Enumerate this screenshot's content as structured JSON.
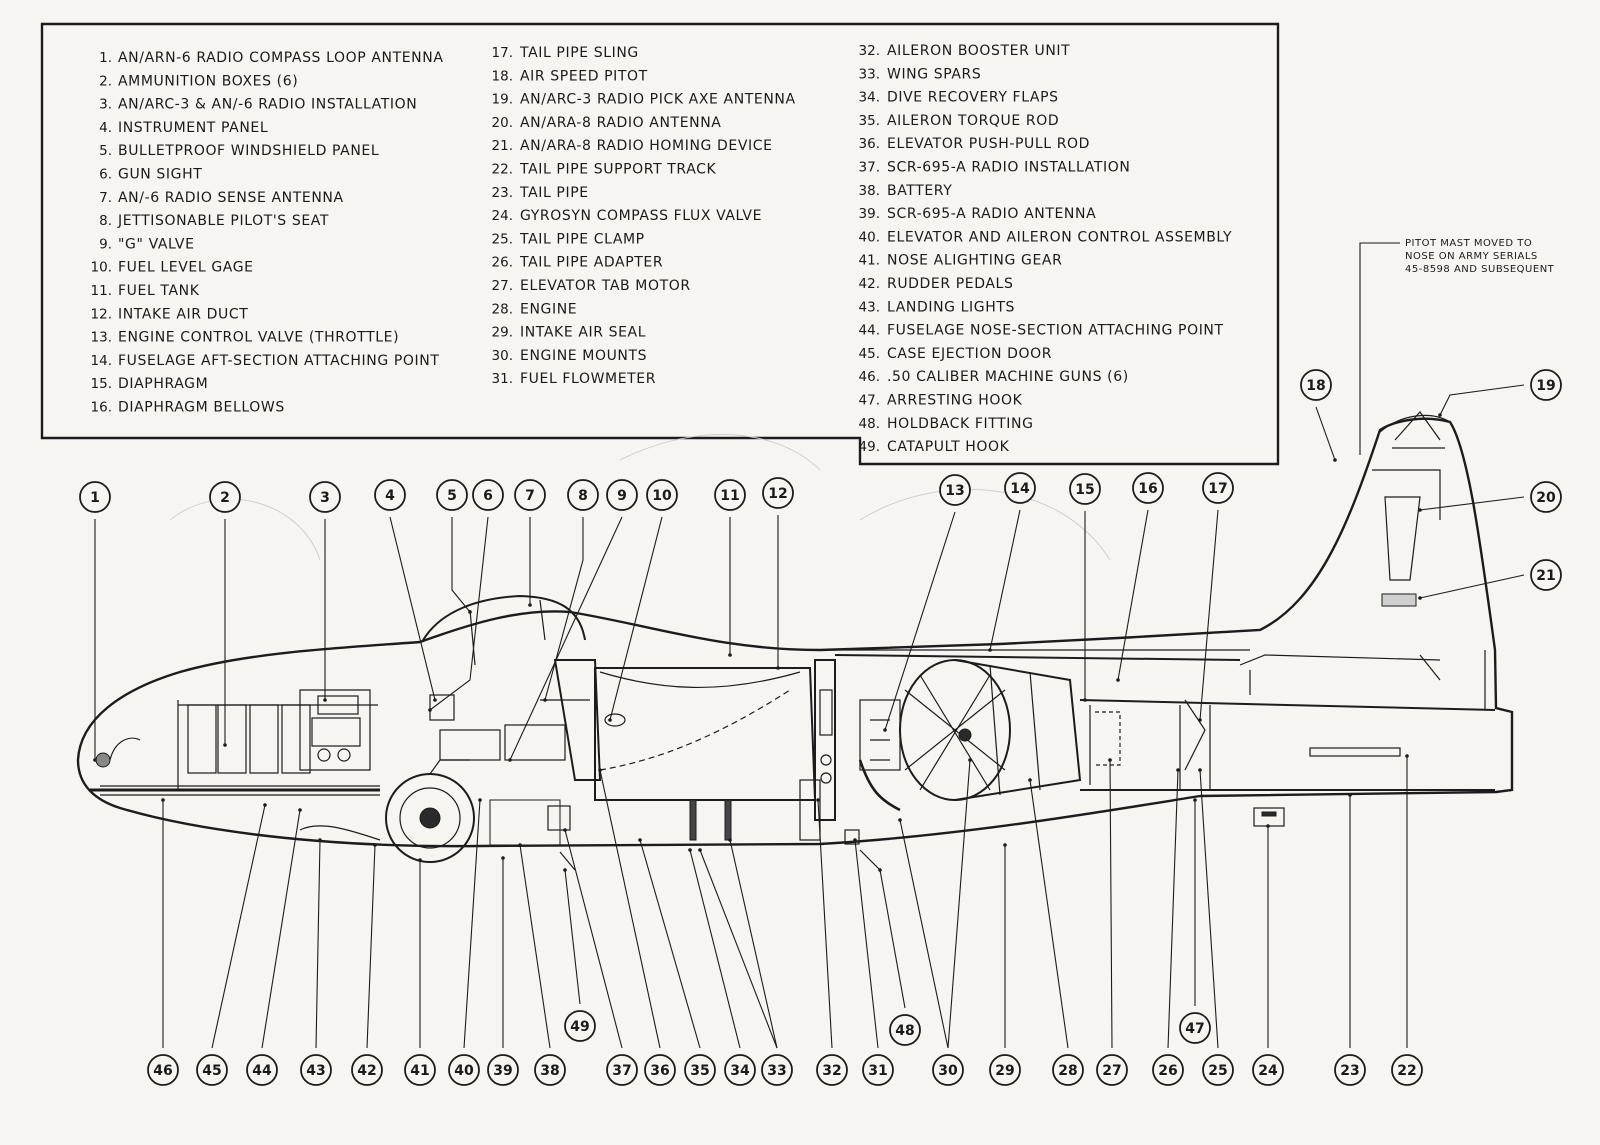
{
  "legend": {
    "items": [
      {
        "num": "1.",
        "label": "AN/ARN-6 RADIO COMPASS LOOP ANTENNA"
      },
      {
        "num": "2.",
        "label": "AMMUNITION BOXES (6)"
      },
      {
        "num": "3.",
        "label": "AN/ARC-3 & AN/-6 RADIO INSTALLATION"
      },
      {
        "num": "4.",
        "label": "INSTRUMENT PANEL"
      },
      {
        "num": "5.",
        "label": "BULLETPROOF WINDSHIELD PANEL"
      },
      {
        "num": "6.",
        "label": "GUN SIGHT"
      },
      {
        "num": "7.",
        "label": "AN/-6 RADIO SENSE ANTENNA"
      },
      {
        "num": "8.",
        "label": "JETTISONABLE PILOT'S SEAT"
      },
      {
        "num": "9.",
        "label": "\"G\" VALVE"
      },
      {
        "num": "10.",
        "label": "FUEL LEVEL GAGE"
      },
      {
        "num": "11.",
        "label": "FUEL TANK"
      },
      {
        "num": "12.",
        "label": "INTAKE AIR DUCT"
      },
      {
        "num": "13.",
        "label": "ENGINE CONTROL VALVE (THROTTLE)"
      },
      {
        "num": "14.",
        "label": "FUSELAGE AFT-SECTION ATTACHING POINT"
      },
      {
        "num": "15.",
        "label": "DIAPHRAGM"
      },
      {
        "num": "16.",
        "label": "DIAPHRAGM BELLOWS"
      },
      {
        "num": "17.",
        "label": "TAIL PIPE SLING"
      },
      {
        "num": "18.",
        "label": "AIR SPEED PITOT"
      },
      {
        "num": "19.",
        "label": "AN/ARC-3 RADIO PICK AXE ANTENNA"
      },
      {
        "num": "20.",
        "label": "AN/ARA-8 RADIO ANTENNA"
      },
      {
        "num": "21.",
        "label": "AN/ARA-8 RADIO HOMING DEVICE"
      },
      {
        "num": "22.",
        "label": "TAIL PIPE SUPPORT TRACK"
      },
      {
        "num": "23.",
        "label": "TAIL PIPE"
      },
      {
        "num": "24.",
        "label": "GYROSYN COMPASS FLUX VALVE"
      },
      {
        "num": "25.",
        "label": "TAIL PIPE CLAMP"
      },
      {
        "num": "26.",
        "label": "TAIL PIPE ADAPTER"
      },
      {
        "num": "27.",
        "label": "ELEVATOR TAB MOTOR"
      },
      {
        "num": "28.",
        "label": "ENGINE"
      },
      {
        "num": "29.",
        "label": "INTAKE AIR SEAL"
      },
      {
        "num": "30.",
        "label": "ENGINE MOUNTS"
      },
      {
        "num": "31.",
        "label": "FUEL FLOWMETER"
      },
      {
        "num": "32.",
        "label": "AILERON BOOSTER UNIT"
      },
      {
        "num": "33.",
        "label": "WING SPARS"
      },
      {
        "num": "34.",
        "label": "DIVE RECOVERY FLAPS"
      },
      {
        "num": "35.",
        "label": "AILERON TORQUE ROD"
      },
      {
        "num": "36.",
        "label": "ELEVATOR PUSH-PULL ROD"
      },
      {
        "num": "37.",
        "label": "SCR-695-A RADIO INSTALLATION"
      },
      {
        "num": "38.",
        "label": "BATTERY"
      },
      {
        "num": "39.",
        "label": "SCR-695-A RADIO ANTENNA"
      },
      {
        "num": "40.",
        "label": "ELEVATOR AND AILERON CONTROL ASSEMBLY"
      },
      {
        "num": "41.",
        "label": "NOSE ALIGHTING GEAR"
      },
      {
        "num": "42.",
        "label": "RUDDER PEDALS"
      },
      {
        "num": "43.",
        "label": "LANDING LIGHTS"
      },
      {
        "num": "44.",
        "label": "FUSELAGE NOSE-SECTION ATTACHING POINT"
      },
      {
        "num": "45.",
        "label": "CASE EJECTION DOOR"
      },
      {
        "num": "46.",
        "label": ".50 CALIBER MACHINE GUNS (6)"
      },
      {
        "num": "47.",
        "label": "ARRESTING HOOK"
      },
      {
        "num": "48.",
        "label": "HOLDBACK FITTING"
      },
      {
        "num": "49.",
        "label": "CATAPULT HOOK"
      }
    ]
  },
  "note": {
    "lines": [
      "PITOT MAST MOVED TO",
      "NOSE ON ARMY SERIALS",
      "45-8598 AND SUBSEQUENT"
    ]
  },
  "callouts": [
    {
      "n": "1"
    },
    {
      "n": "2"
    },
    {
      "n": "3"
    },
    {
      "n": "4"
    },
    {
      "n": "5"
    },
    {
      "n": "6"
    },
    {
      "n": "7"
    },
    {
      "n": "8"
    },
    {
      "n": "9"
    },
    {
      "n": "10"
    },
    {
      "n": "11"
    },
    {
      "n": "12"
    },
    {
      "n": "13"
    },
    {
      "n": "14"
    },
    {
      "n": "15"
    },
    {
      "n": "16"
    },
    {
      "n": "17"
    },
    {
      "n": "18"
    },
    {
      "n": "19"
    },
    {
      "n": "20"
    },
    {
      "n": "21"
    },
    {
      "n": "46"
    },
    {
      "n": "45"
    },
    {
      "n": "44"
    },
    {
      "n": "43"
    },
    {
      "n": "42"
    },
    {
      "n": "41"
    },
    {
      "n": "40"
    },
    {
      "n": "39"
    },
    {
      "n": "38"
    },
    {
      "n": "37"
    },
    {
      "n": "36"
    },
    {
      "n": "35"
    },
    {
      "n": "34"
    },
    {
      "n": "33"
    },
    {
      "n": "32"
    },
    {
      "n": "31"
    },
    {
      "n": "30"
    },
    {
      "n": "29"
    },
    {
      "n": "28"
    },
    {
      "n": "27"
    },
    {
      "n": "26"
    },
    {
      "n": "25"
    },
    {
      "n": "24"
    },
    {
      "n": "23"
    },
    {
      "n": "22"
    },
    {
      "n": "49"
    },
    {
      "n": "48"
    },
    {
      "n": "47"
    }
  ]
}
